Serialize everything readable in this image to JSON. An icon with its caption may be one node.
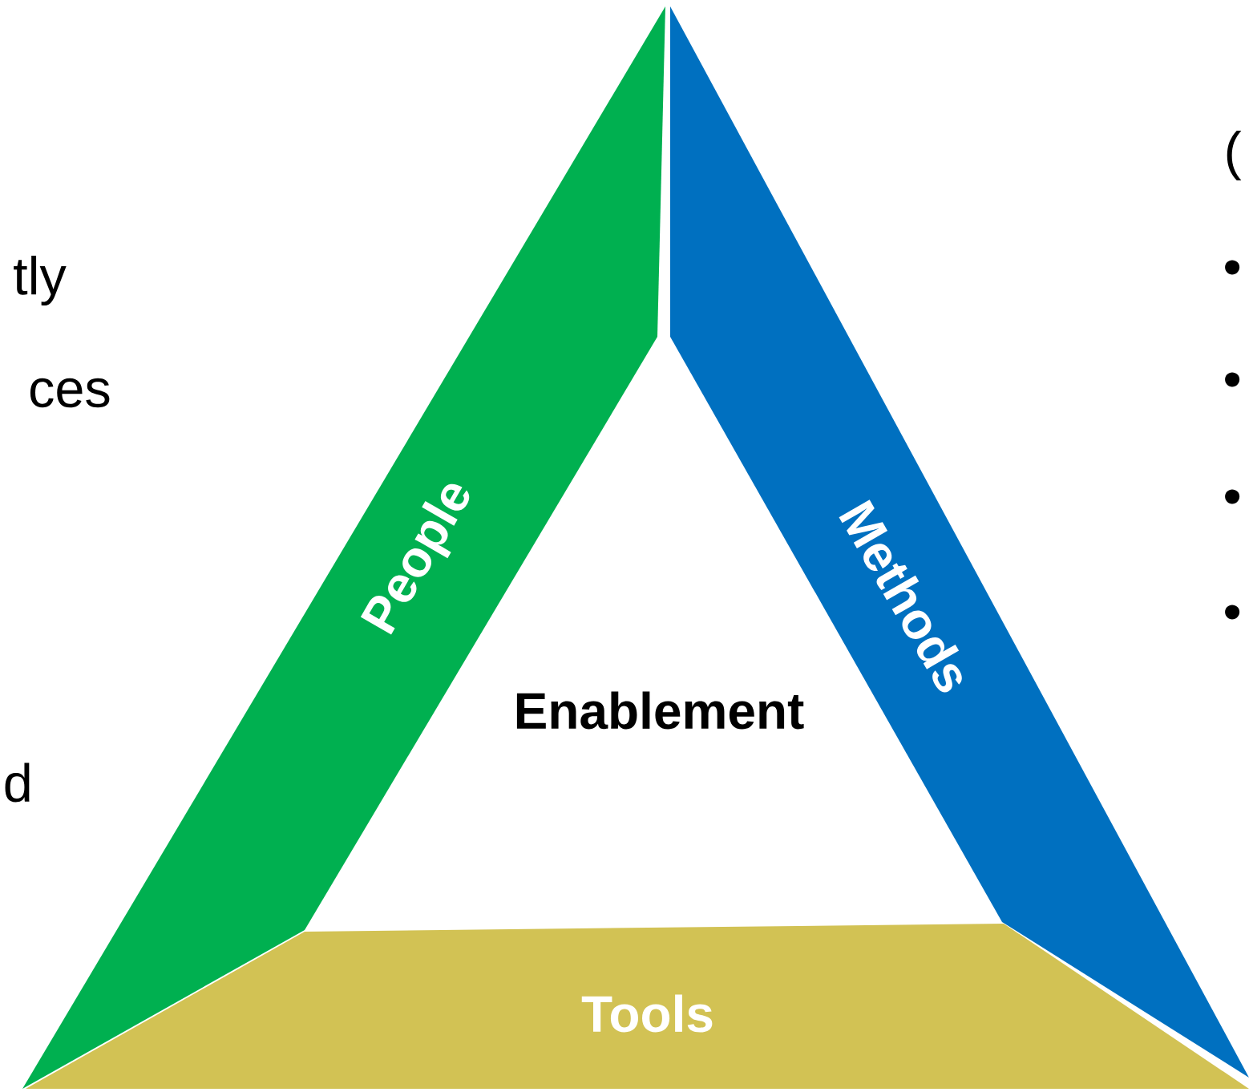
{
  "diagram": {
    "nodes": [
      {
        "text": [
          "People"
        ]
      },
      {
        "text": [
          "Methods"
        ]
      },
      {
        "text": [
          "Tools"
        ]
      }
    ],
    "labels": [
      "Enablement",
      "tly",
      "ces",
      "d",
      "(",
      "•",
      "•",
      "•",
      "•"
    ]
  }
}
